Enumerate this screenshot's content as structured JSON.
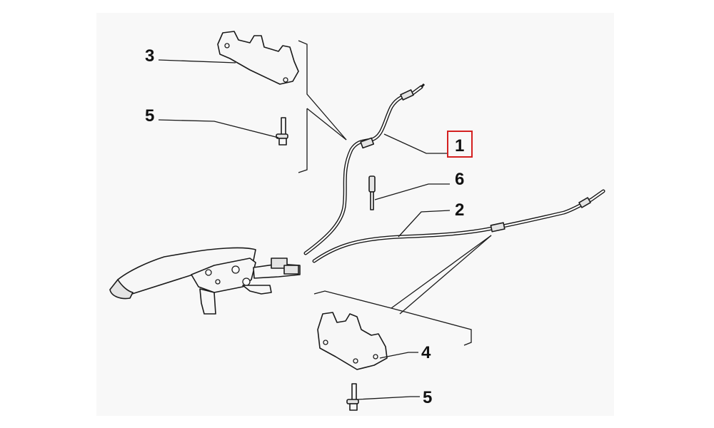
{
  "diagram": {
    "highlight_color": "#d42020",
    "callouts": [
      {
        "id": "cable-1",
        "label": "1",
        "highlighted": true
      },
      {
        "id": "cable-2",
        "label": "2",
        "highlighted": false
      },
      {
        "id": "bracket-3",
        "label": "3",
        "highlighted": false
      },
      {
        "id": "bracket-4",
        "label": "4",
        "highlighted": false
      },
      {
        "id": "bolt-5-top",
        "label": "5",
        "highlighted": false
      },
      {
        "id": "bolt-5-bottom",
        "label": "5",
        "highlighted": false
      },
      {
        "id": "pin-6",
        "label": "6",
        "highlighted": false
      }
    ]
  }
}
